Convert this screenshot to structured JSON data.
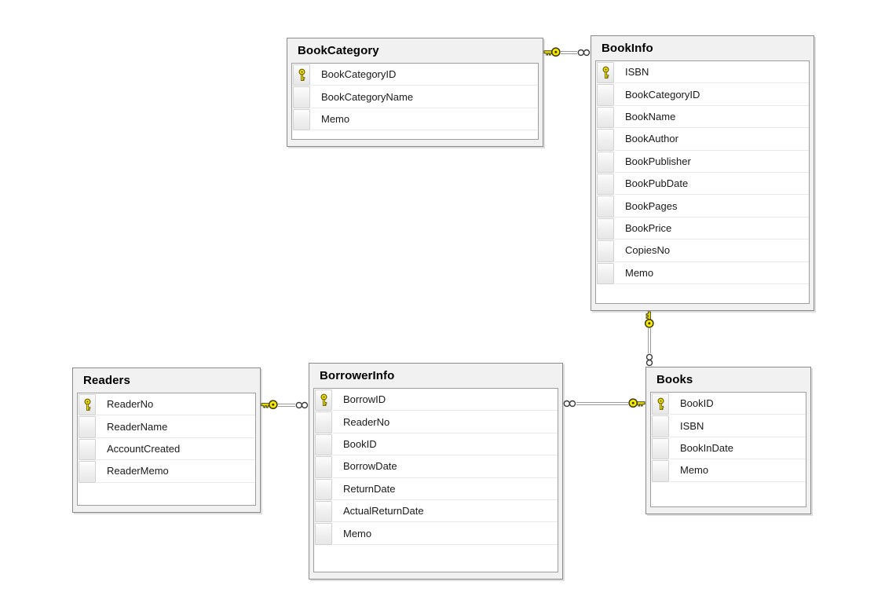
{
  "diagram": {
    "tables": [
      {
        "name": "BookCategory",
        "columns": [
          {
            "name": "BookCategoryID",
            "primary_key": true
          },
          {
            "name": "BookCategoryName",
            "primary_key": false
          },
          {
            "name": "Memo",
            "primary_key": false
          }
        ]
      },
      {
        "name": "BookInfo",
        "columns": [
          {
            "name": "ISBN",
            "primary_key": true
          },
          {
            "name": "BookCategoryID",
            "primary_key": false
          },
          {
            "name": "BookName",
            "primary_key": false
          },
          {
            "name": "BookAuthor",
            "primary_key": false
          },
          {
            "name": "BookPublisher",
            "primary_key": false
          },
          {
            "name": "BookPubDate",
            "primary_key": false
          },
          {
            "name": "BookPages",
            "primary_key": false
          },
          {
            "name": "BookPrice",
            "primary_key": false
          },
          {
            "name": "CopiesNo",
            "primary_key": false
          },
          {
            "name": "Memo",
            "primary_key": false
          }
        ]
      },
      {
        "name": "Readers",
        "columns": [
          {
            "name": "ReaderNo",
            "primary_key": true
          },
          {
            "name": "ReaderName",
            "primary_key": false
          },
          {
            "name": "AccountCreated",
            "primary_key": false
          },
          {
            "name": "ReaderMemo",
            "primary_key": false
          }
        ]
      },
      {
        "name": "BorrowerInfo",
        "columns": [
          {
            "name": "BorrowID",
            "primary_key": true
          },
          {
            "name": "ReaderNo",
            "primary_key": false
          },
          {
            "name": "BookID",
            "primary_key": false
          },
          {
            "name": "BorrowDate",
            "primary_key": false
          },
          {
            "name": "ReturnDate",
            "primary_key": false
          },
          {
            "name": "ActualReturnDate",
            "primary_key": false
          },
          {
            "name": "Memo",
            "primary_key": false
          }
        ]
      },
      {
        "name": "Books",
        "columns": [
          {
            "name": "BookID",
            "primary_key": true
          },
          {
            "name": "ISBN",
            "primary_key": false
          },
          {
            "name": "BookInDate",
            "primary_key": false
          },
          {
            "name": "Memo",
            "primary_key": false
          }
        ]
      }
    ],
    "relationships": [
      {
        "one_side": "BookCategory",
        "many_side": "BookInfo",
        "orientation": "horizontal"
      },
      {
        "one_side": "Readers",
        "many_side": "BorrowerInfo",
        "orientation": "horizontal"
      },
      {
        "one_side": "Books",
        "many_side": "BorrowerInfo",
        "orientation": "horizontal"
      },
      {
        "one_side": "BookInfo",
        "many_side": "Books",
        "orientation": "vertical"
      }
    ],
    "icons": {
      "primary_key": "key-icon",
      "one_endpoint": "key-icon",
      "many_endpoint": "infinity-icon"
    },
    "colors": {
      "key_fill": "#f5e90a",
      "key_outline": "#3f3b00",
      "connector_line": "#9b9b9b",
      "table_border": "#8a8a8a",
      "table_frame": "#f1f1f1",
      "canvas_background": "#ffffff"
    }
  }
}
